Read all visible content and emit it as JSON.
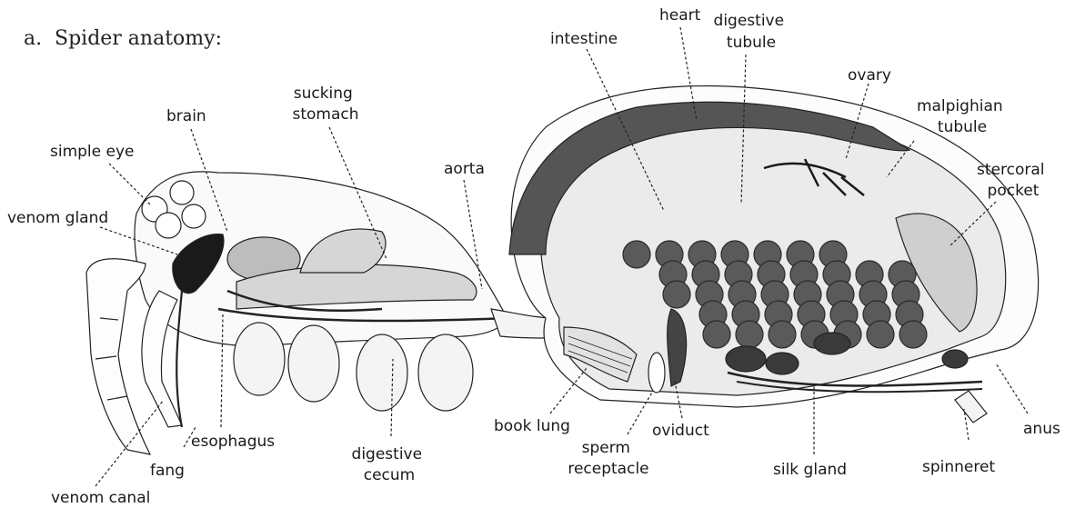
{
  "figure": {
    "part_letter": "a.",
    "title": "Spider anatomy:"
  },
  "labels": {
    "simple_eye": "simple eye",
    "brain": "brain",
    "sucking_stomach": [
      "sucking",
      "stomach"
    ],
    "venom_gland": "venom gland",
    "aorta": "aorta",
    "intestine": "intestine",
    "heart": "heart",
    "digestive_tubule": [
      "digestive",
      "tubule"
    ],
    "ovary": "ovary",
    "malpighian_tubule": [
      "malpighian",
      "tubule"
    ],
    "stercoral_pocket": [
      "stercoral",
      "pocket"
    ],
    "esophagus": "esophagus",
    "fang": "fang",
    "venom_canal": "venom canal",
    "digestive_cecum": [
      "digestive",
      "cecum"
    ],
    "book_lung": "book lung",
    "sperm_receptacle": [
      "sperm",
      "receptacle"
    ],
    "oviduct": "oviduct",
    "silk_gland": "silk gland",
    "spinneret": "spinneret",
    "anus": "anus"
  },
  "colors": {
    "heart_fill": "#555555",
    "tissue_fill": "#dcdcdc",
    "line": "#222222",
    "ovary_fill": "#5a5a5a"
  }
}
